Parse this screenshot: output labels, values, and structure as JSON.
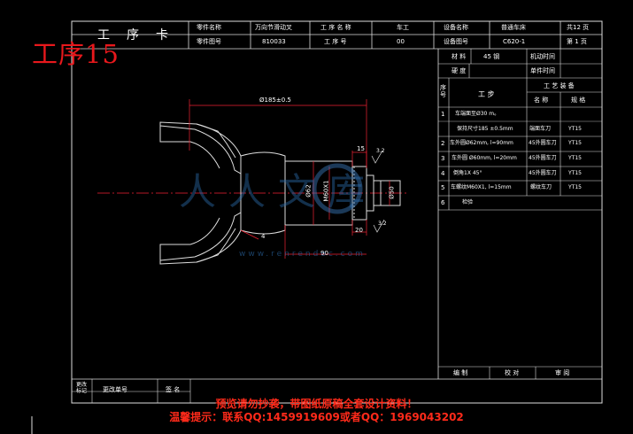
{
  "card": {
    "title_chars": [
      "工",
      "序",
      "卡"
    ],
    "overlay_title": "工序15"
  },
  "header": {
    "part_name_label": "零件名称",
    "part_name_value": "万向节滑动叉",
    "process_name_label": "工 序 名 称",
    "process_name_value": "车工",
    "equipment_name_label": "设备名称",
    "equipment_name_value": "普通车床",
    "total_pages": "共12 页",
    "part_drawing_label": "零件图号",
    "part_drawing_value": "810033",
    "process_no_label": "工 序 号",
    "process_no_value": "00",
    "equipment_no_label": "设备图号",
    "equipment_no_value": "C620-1",
    "page_no": "第 1 页"
  },
  "material": {
    "material_label": "材 料",
    "material_value": "45 钢",
    "machine_time_label": "机动时间",
    "hardness_label": "硬 度",
    "unit_time_label": "单件时间"
  },
  "steps_table": {
    "col_seq": "序号",
    "col_step": "工 步",
    "col_equip": "工 艺 装 备",
    "col_name": "名 称",
    "col_spec": "规 格",
    "rows": [
      {
        "no": "1",
        "text": "车端面至Ø30 m。",
        "name": "",
        "spec": ""
      },
      {
        "no": "",
        "text": "保持尺寸185 ±0.5mm",
        "name": "端面车刀",
        "spec": "YT15"
      },
      {
        "no": "2",
        "text": "车外圆Ø62mm, l=90mm",
        "name": "45外圆车刀",
        "spec": "YT15"
      },
      {
        "no": "3",
        "text": "车外圆 Ø60mm, l=20mm",
        "name": "45外圆车刀",
        "spec": "YT15"
      },
      {
        "no": "4",
        "text": "倒角1X 45°",
        "name": "45外圆车刀",
        "spec": "YT15"
      },
      {
        "no": "5",
        "text": "车螺纹M60X1, l=15mm",
        "name": "螺纹车刀",
        "spec": "YT15"
      },
      {
        "no": "6",
        "text": "检验",
        "name": "",
        "spec": ""
      }
    ]
  },
  "drawing": {
    "dim_length": "Ø185±0.5",
    "dim_15": "15",
    "dim_20": "20",
    "dim_90": "90",
    "dim_d62": "Ø62",
    "dim_m60": "M60X1",
    "dim_d50": "Ø50",
    "chamfer": "4",
    "roughness": "3.2"
  },
  "footer": {
    "change_doc": "更改单号",
    "change_label": "更改标记",
    "signature": "签 名",
    "compiled": "编 制",
    "checked": "校 对",
    "reviewed": "审 阅"
  },
  "watermark": {
    "text": "人人文库",
    "url": "www.renrendoc.com"
  },
  "notice": {
    "line1": "预览请勿抄袭，带图纸原稿全套设计资料！",
    "line2": "温馨提示：联系QQ:1459919609或者QQ：1969043202"
  }
}
